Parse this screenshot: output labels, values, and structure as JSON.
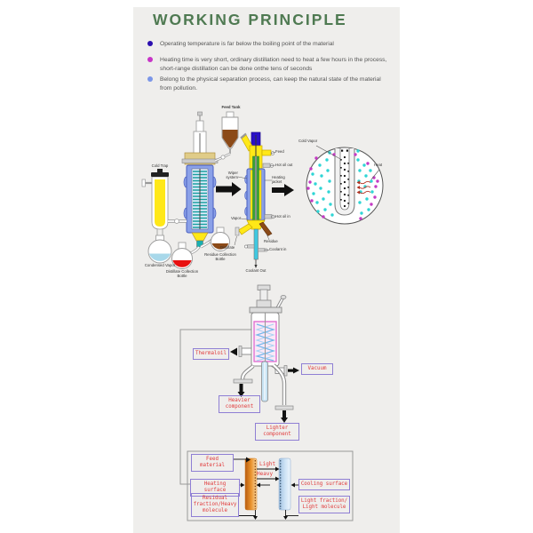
{
  "header": {
    "title": "WORKING PRINCIPLE"
  },
  "bullets": [
    {
      "text": "Operating temperature is far below the boiling point of the material"
    },
    {
      "text": "Heating time is very short, ordinary distillation need to heat a few hours in the process, short-range distillation can be done onthe tens of seconds"
    },
    {
      "text": "Belong to the physical separation process, can keep the natural state of the material from pollution."
    }
  ],
  "apparatus_diagram": {
    "labels": {
      "feed_tank": "Feed Tank",
      "cold_trap": "Cold Trap",
      "condensed_vapor": "Condensed Vapor",
      "distillate_bottle": "Distillate Collection Bottle",
      "residue_bottle": "Residue Collection Bottle"
    }
  },
  "column_diagram": {
    "labels": {
      "feed": "Feed",
      "hot_oil_out": "Hot oil out",
      "wiper_system": "Wiper system",
      "heating_jacket": "Heating jacket",
      "hot_oil_in": "Hot oil in",
      "vapor": "Vapor",
      "residue": "Residue",
      "distillate": "Distillate",
      "coolant_in": "Coolant in",
      "coolant_out": "Coolant Out"
    }
  },
  "inset_diagram": {
    "labels": {
      "cold_vapor": "Cold Vapor",
      "heat": "Heat"
    }
  },
  "evaporator_diagram": {
    "labels": {
      "thermal_oil": "Thermaloil",
      "vacuum": "Vacuum",
      "heavier_component": "Heavier component",
      "lighter_component": "Lighter component"
    }
  },
  "principle_panel": {
    "labels": {
      "feed_material": "Feed material",
      "heating_surface": "Heating surface",
      "residual_fraction": "Residual fraction/Heavy molecule",
      "light": "Light",
      "heavy": "Heavy",
      "cooling_surface": "Cooling surface",
      "light_fraction": "Light fraction/ Light molecule"
    }
  },
  "colors": {
    "title_green": "#4f7a52",
    "bullet_dot_1": "#2b0faf",
    "bullet_dot_2": "#c734c7",
    "bullet_dot_3": "#7b96e8",
    "label_red": "#e03a3a",
    "label_box_purple": "#8f7fd4",
    "jacket_blue": "#8aa0e8",
    "coil_teal": "#18a0a0",
    "cold_dot_cyan": "#2fd5d5",
    "hot_dot_magenta": "#c43ac4",
    "heating_bar_orange": "#e8912c",
    "cooling_bar_blue": "#9fc0e0",
    "panel_background": "#efeeec"
  }
}
